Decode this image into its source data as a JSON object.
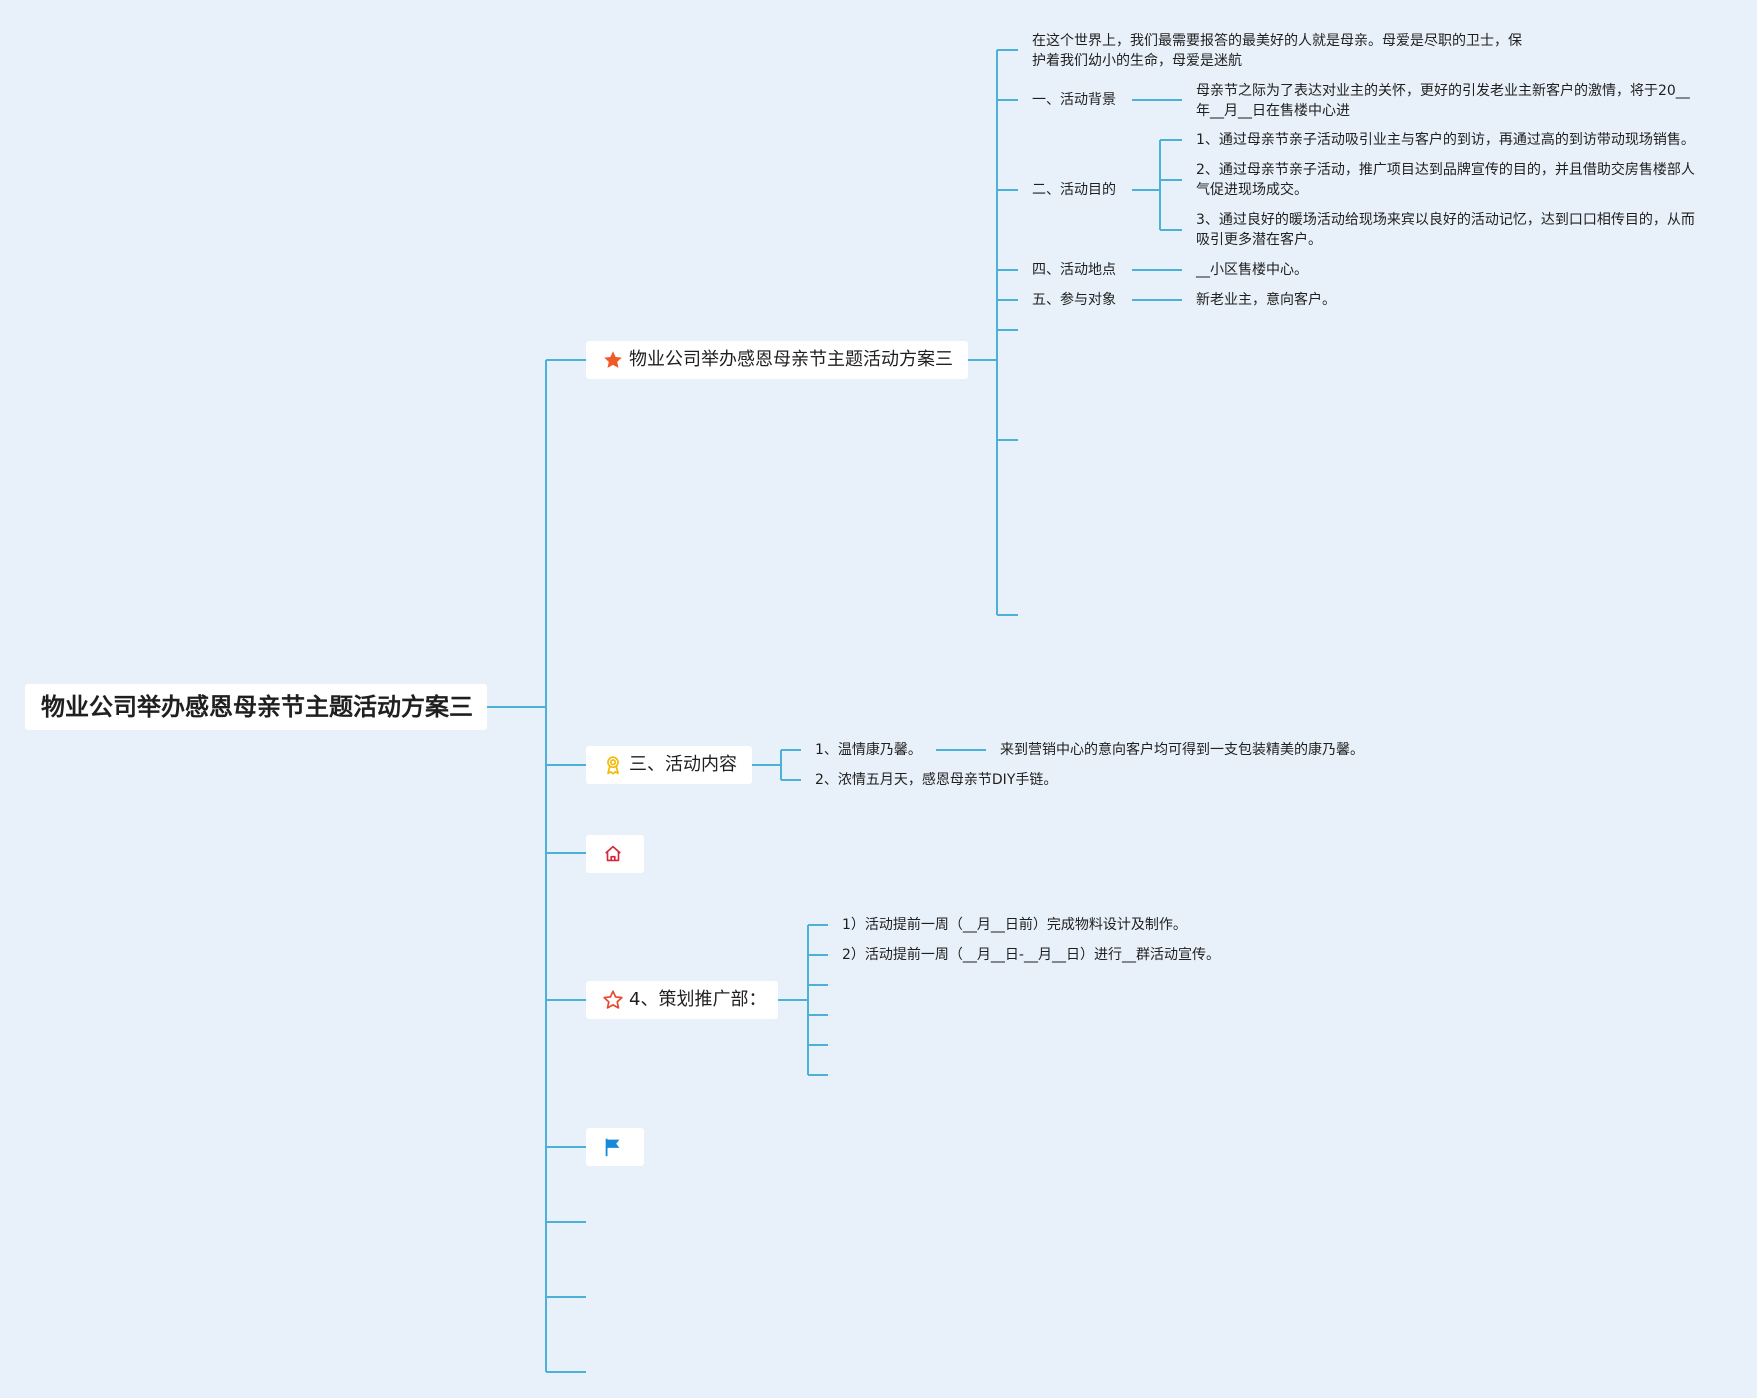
{
  "root": {
    "title": "物业公司举办感恩母亲节主题活动方案三"
  },
  "branch1": {
    "title": "物业公司举办感恩母亲节主题活动方案三",
    "icon": "star-filled-icon",
    "intro": "在这个世界上，我们最需要报答的最美好的人就是母亲。母爱是尽职的卫士，保护着我们幼小的生命，母爱是迷航",
    "items": [
      {
        "label": "一、活动背景",
        "detail": "母亲节之际为了表达对业主的关怀，更好的引发老业主新客户的激情，将于20__年__月__日在售楼中心进"
      },
      {
        "label": "二、活动目的",
        "subitems": [
          "1、通过母亲节亲子活动吸引业主与客户的到访，再通过高的到访带动现场销售。",
          "2、通过母亲节亲子活动，推广项目达到品牌宣传的目的，并且借助交房售楼部人气促进现场成交。",
          "3、通过良好的暖场活动给现场来宾以良好的活动记忆，达到口口相传目的，从而吸引更多潜在客户。"
        ]
      },
      {
        "label": "四、活动地点",
        "detail": "__小区售楼中心。"
      },
      {
        "label": "五、参与对象",
        "detail": "新老业主，意向客户。"
      }
    ]
  },
  "branch2": {
    "title": "三、活动内容",
    "icon": "award-ribbon-icon",
    "items": [
      {
        "label": "1、温情康乃馨。",
        "detail": "来到营销中心的意向客户均可得到一支包装精美的康乃馨。"
      },
      {
        "label": "2、浓情五月天，感恩母亲节DIY手链。"
      }
    ]
  },
  "branch3": {
    "icon": "home-icon"
  },
  "branch4": {
    "title": "4、策划推广部：",
    "icon": "star-outline-icon",
    "items": [
      "1）活动提前一周（__月__日前）完成物料设计及制作。",
      "2）活动提前一周（__月__日-__月__日）进行__群活动宣传。"
    ]
  },
  "branch5": {
    "icon": "flag-icon"
  },
  "colors": {
    "background": "#e8f1f9",
    "connector": "#4db1d7",
    "star": "#f05a28",
    "award": "#f5b800",
    "home": "#d7263d",
    "flag": "#1888d8"
  }
}
